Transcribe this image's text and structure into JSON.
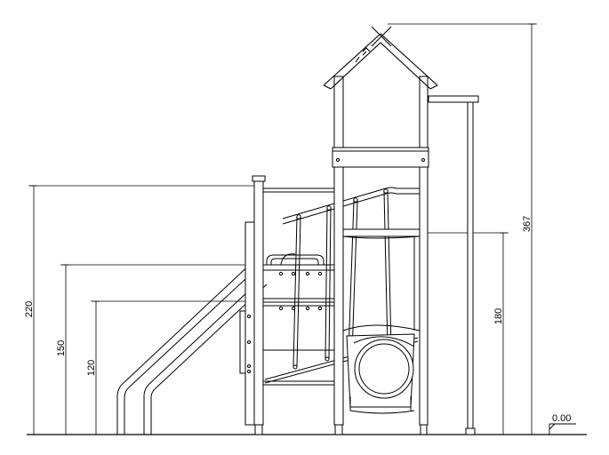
{
  "dimensions": {
    "total_height": "367",
    "platform_height": "220",
    "rail_high": "150",
    "rail_low": "120",
    "tower_deck": "180",
    "ground_level": "0.00"
  },
  "colors": {
    "line": "#000000",
    "fill_light": "#e8e8e8",
    "background": "#ffffff"
  }
}
